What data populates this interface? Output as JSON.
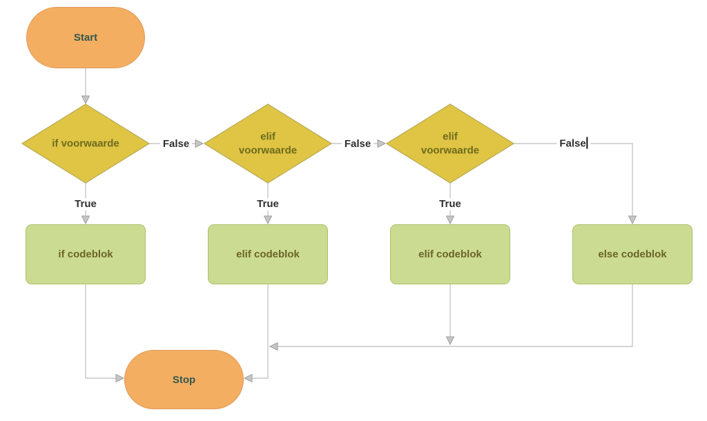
{
  "nodes": {
    "start": {
      "label": "Start"
    },
    "if_condition": {
      "label": "if voorwaarde"
    },
    "elif_condition_1": {
      "label": "elif voorwaarde"
    },
    "elif_condition_2": {
      "label": "elif voorwaarde"
    },
    "if_block": {
      "label": "if codeblok"
    },
    "elif_block_1": {
      "label": "elif codeblok"
    },
    "elif_block_2": {
      "label": "elif codeblok"
    },
    "else_block": {
      "label": "else codeblok"
    },
    "stop": {
      "label": "Stop"
    }
  },
  "edge_labels": {
    "false_1": "False",
    "false_2": "False",
    "false_3": "False",
    "true_1": "True",
    "true_2": "True",
    "true_3": "True"
  },
  "colors": {
    "terminal_fill": "#F3AE62",
    "terminal_border": "#E0995B",
    "terminal_text": "#33584E",
    "decision_fill": "#E0C544",
    "decision_border": "#BCAF5A",
    "decision_text": "#6B6A1E",
    "process_fill": "#CBDC92",
    "process_border": "#A9BF66",
    "process_text": "#6B6327",
    "connector_line": "#C6C6C6",
    "arrowhead": "#C6C6C6",
    "edge_label_text": "#2F2F2F",
    "background": "#FFFFFF"
  }
}
